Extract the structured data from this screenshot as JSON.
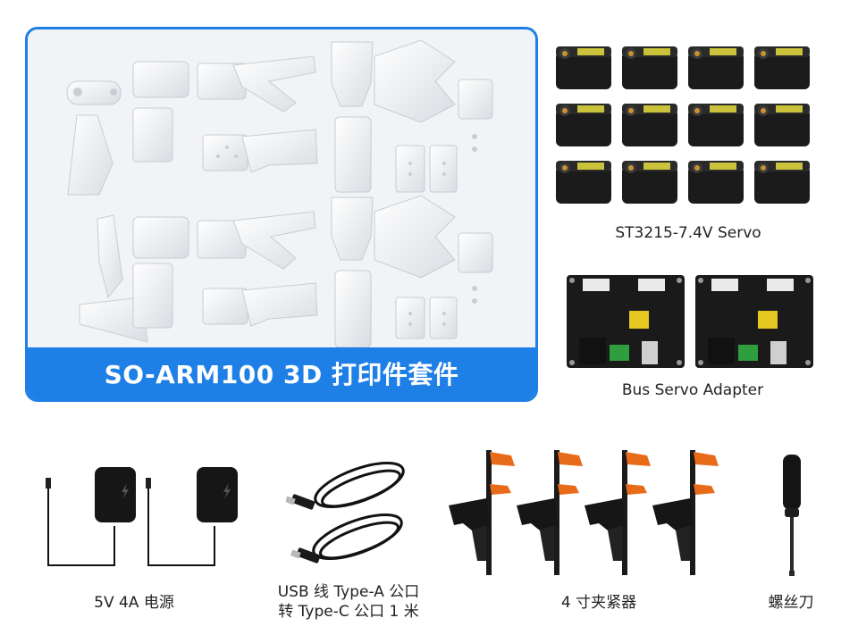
{
  "kit": {
    "banner_text": "SO-ARM100 3D 打印件套件",
    "accent_color": "#1e7fe6"
  },
  "servo": {
    "caption": "ST3215-7.4V Servo",
    "count": 12
  },
  "adapter": {
    "caption": "Bus Servo Adapter",
    "count": 2
  },
  "bottom_items": [
    {
      "caption_line1": "5V 4A 电源",
      "caption_line2": ""
    },
    {
      "caption_line1": "USB 线 Type-A 公口",
      "caption_line2": "转 Type-C 公口 1 米"
    },
    {
      "caption_line1": "4 寸夹紧器",
      "caption_line2": ""
    },
    {
      "caption_line1": "螺丝刀",
      "caption_line2": ""
    }
  ],
  "icons": [
    "printed-parts-illustration",
    "servo-icon",
    "adapter-board-icon",
    "power-adapter-icon",
    "usb-cable-icon",
    "clamp-icon",
    "screwdriver-icon"
  ]
}
